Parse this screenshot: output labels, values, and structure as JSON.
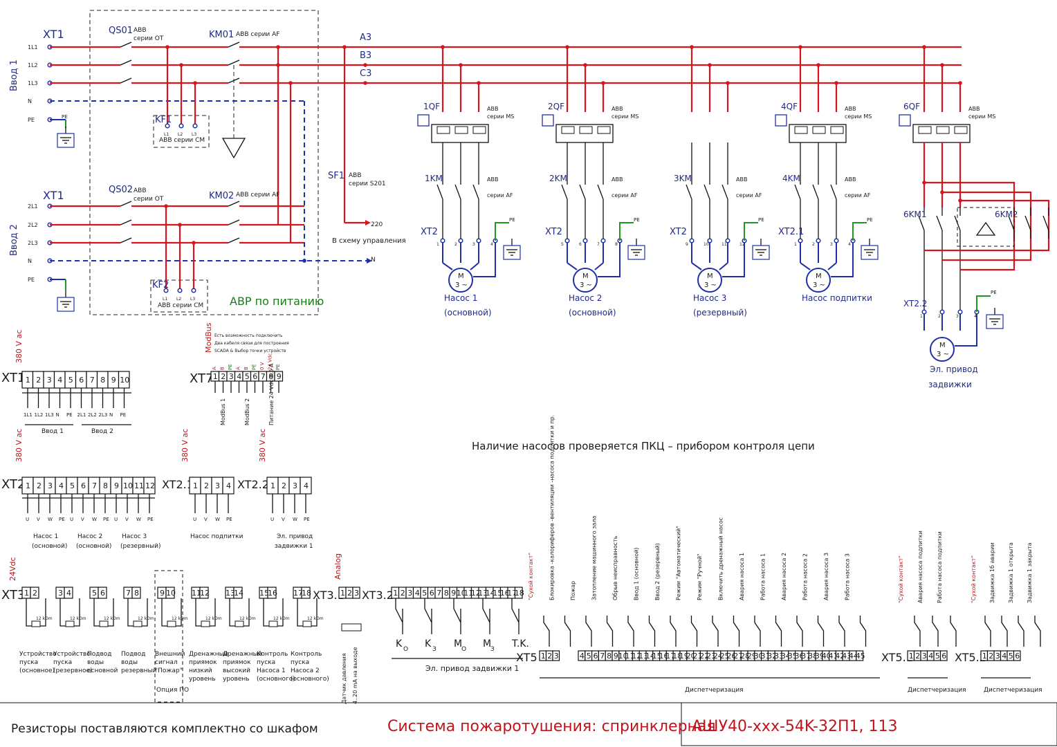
{
  "main_circuit": {
    "xt1_top": "XT1",
    "xt1_bottom": "XT1",
    "input1_label": "Ввод 1",
    "input2_label": "Ввод 2",
    "input1_terms": [
      "1L1",
      "1L2",
      "1L3",
      "N",
      "PE"
    ],
    "input2_terms": [
      "2L1",
      "2L2",
      "2L3",
      "N",
      "PE"
    ],
    "qs01": "QS01",
    "qs02": "QS02",
    "qs_desc1": "ABB",
    "qs_desc2": "серии OT",
    "km01": "KM01",
    "km02": "KM02",
    "km_desc": "ABB серии AF",
    "kf1": "KF1",
    "kf2": "KF2",
    "kf_desc": "ABB серии CM",
    "kf_terms": [
      "L1",
      "L2",
      "L3"
    ],
    "avr_label": "АВР по питанию",
    "phase_labels": [
      "A3",
      "B3",
      "C3"
    ],
    "sf1": "SF1",
    "sf1_desc1": "ABB",
    "sf1_desc2": "серии S201",
    "sf1_out": "220",
    "sf1_note": "В схему управления",
    "n_out": "N",
    "pe_label": "PE"
  },
  "pumps": [
    {
      "qf": "1QF",
      "km": "1KM",
      "xt": "XT2",
      "terms": [
        "1",
        "2",
        "3",
        "4"
      ],
      "name1": "Насос 1",
      "name2": "(основной)"
    },
    {
      "qf": "2QF",
      "km": "2KM",
      "xt": "XT2",
      "terms": [
        "5",
        "6",
        "7",
        "8"
      ],
      "name1": "Насос 2",
      "name2": "(основной)"
    },
    {
      "qf": "",
      "km": "3KM",
      "xt": "XT2",
      "terms": [
        "9",
        "10",
        "11",
        "12"
      ],
      "name1": "Насос 3",
      "name2": "(резервный)"
    },
    {
      "qf": "4QF",
      "km": "4KM",
      "xt": "XT2.1",
      "terms": [
        "1",
        "2",
        "3",
        "4"
      ],
      "name1": "Насос подпитки",
      "name2": ""
    }
  ],
  "breaker_desc1": "ABB",
  "breaker_desc2": "серии MS",
  "contactor_desc1": "ABB",
  "contactor_desc2": "серии AF",
  "motor_letter": "M",
  "motor_phase": "3 ~",
  "valve": {
    "qf": "6QF",
    "km1": "6KM1",
    "km2": "6KM2",
    "xt": "XT2.2",
    "terms": [
      "1",
      "2",
      "3",
      "4"
    ],
    "name1": "Эл. привод",
    "name2": "задвижки"
  },
  "pkc_note": "Наличие насосов проверяется ПКЦ – прибором контроля цепи",
  "terminals": {
    "xt1": {
      "label": "XT1",
      "voltage": "380 V ac",
      "cells": [
        "1",
        "2",
        "3",
        "4",
        "5",
        "6",
        "7",
        "8",
        "9",
        "10"
      ],
      "bottom": [
        "1L1",
        "1L2",
        "1L3",
        "N",
        "PE",
        "2L1",
        "2L2",
        "2L3",
        "N",
        "PE"
      ],
      "groups": [
        "Ввод 1",
        "Ввод 2"
      ]
    },
    "xt7": {
      "label": "XT7",
      "voltage": "ModBus",
      "cells": [
        "1",
        "2",
        "3",
        "4",
        "5",
        "6",
        "7",
        "8",
        "9"
      ],
      "top": [
        "A",
        "B",
        "PE",
        "A",
        "B",
        "PE",
        "0 V",
        "24 Vdc",
        "PE"
      ],
      "bottom": [
        "ModBus 1",
        "ModBus 2",
        "Питание 24 Vdc 0.5 A"
      ],
      "note1": "Есть возможность подключить",
      "note2": "Два кабеля связи для построения",
      "note3": "SCADA & Выбор точки устройств"
    },
    "xt2": {
      "label": "XT2",
      "voltage": "380 V ac",
      "cells": [
        "1",
        "2",
        "3",
        "4",
        "5",
        "6",
        "7",
        "8",
        "9",
        "10",
        "11",
        "12"
      ],
      "bottom": [
        "U",
        "V",
        "W",
        "PE",
        "U",
        "V",
        "W",
        "PE",
        "U",
        "V",
        "W",
        "PE"
      ],
      "groups": [
        "Насос 1 (основной)",
        "Насос 2 (основной)",
        "Насос 3 (резервный)"
      ]
    },
    "xt21": {
      "label": "XT2.1",
      "voltage": "380 V ac",
      "cells": [
        "1",
        "2",
        "3",
        "4"
      ],
      "bottom": [
        "U",
        "V",
        "W",
        "PE"
      ],
      "groups": [
        "Насос подпитки"
      ]
    },
    "xt22": {
      "label": "XT2.2",
      "voltage": "380 V ac",
      "cells": [
        "1",
        "2",
        "3",
        "4"
      ],
      "bottom": [
        "U",
        "V",
        "W",
        "PE"
      ],
      "groups": [
        "Эл. привод задвижки 1"
      ]
    },
    "xt3": {
      "label": "XT3",
      "voltage": "24Vdc",
      "cells": [
        "1",
        "2",
        "3",
        "4",
        "5",
        "6",
        "7",
        "8",
        "9",
        "10",
        "11",
        "12",
        "13",
        "14",
        "15",
        "16",
        "17",
        "18"
      ],
      "resistor": "12 kOm",
      "groups": [
        "Устройство пуска (основное)",
        "Устройство пуска (резервное)",
        "Подвод воды основной",
        "Подвод воды резервный",
        "Внешний сигнал \"Пожар\"",
        "Дренажный приямок низкий уровень",
        "Дренажный приямок высокий уровень",
        "Контроль пуска Насоса 1 (основного)",
        "Контроль пуска Насоса 2 (основного)"
      ],
      "option": "Опция ПО"
    },
    "xt31": {
      "label": "XT3.1",
      "voltage": "Analog",
      "cells": [
        "1",
        "2",
        "3"
      ],
      "sensor": "Датчик давления 4..20 mA на выходе"
    },
    "xt32": {
      "label": "XT3.2",
      "cells": [
        "1",
        "2",
        "3",
        "4",
        "5",
        "6",
        "7",
        "8",
        "9",
        "10",
        "11",
        "12",
        "13",
        "14",
        "15",
        "16",
        "17",
        "18"
      ],
      "contacts": [
        "K",
        "K",
        "M",
        "M",
        "T.K."
      ],
      "subs": [
        "O",
        "З",
        "O",
        "З",
        ""
      ],
      "group": "Эл. привод задвижки 1"
    },
    "xt5": {
      "label": "XT5",
      "cells": [
        "1",
        "2",
        "3",
        "4",
        "5",
        "6",
        "7",
        "8",
        "9",
        "10",
        "11",
        "12",
        "13",
        "14",
        "15",
        "16",
        "17",
        "18",
        "19",
        "20",
        "21",
        "22",
        "23",
        "24",
        "25",
        "26",
        "27",
        "28",
        "29",
        "30",
        "31",
        "32",
        "33",
        "34",
        "35",
        "36",
        "37",
        "38",
        "39",
        "40",
        "41",
        "42",
        "43",
        "44",
        "45"
      ],
      "signals": [
        "\"Сухой контакт\"",
        "Блокировка -калориферов -вентиляции -насоса подпитки и пр.",
        "Пожар",
        "Затопление машинного зала",
        "Обрыв неисправность",
        "Ввод 1 (основной)",
        "Ввод 2 (резервный)",
        "Режим \"Автоматический\"",
        "Режим \"Ручной\"",
        "Включить дренажный насос",
        "Авария насоса 1",
        "Работа насоса 1",
        "Авария насоса 2",
        "Работа насоса 2",
        "Авария насоса 3",
        "Работа насоса 3"
      ],
      "group": "Диспетчеризация"
    },
    "xt51": {
      "label": "XT5.1",
      "cells": [
        "1",
        "2",
        "3",
        "4",
        "5",
        "6"
      ],
      "signals": [
        "\"Сухой контакт\"",
        "Авария насоса подпитки",
        "Работа насоса подпитки"
      ],
      "group": "Диспетчеризация"
    },
    "xt52": {
      "label": "XT5.2",
      "cells": [
        "1",
        "2",
        "3",
        "4",
        "5",
        "6"
      ],
      "signals": [
        "\"Сухой контакт\"",
        "Задвижка 1б аварии",
        "Задвижка 1 открыта",
        "Задвижка 1 закрыта"
      ],
      "group": "Диспетчеризация"
    }
  },
  "footer": {
    "resistors_note": "Резисторы поставляются комплектно со шкафом",
    "system_title": "Система пожаротушения: спринклерная",
    "code": "АШУ40-xxx-54K-32П1, 113"
  }
}
